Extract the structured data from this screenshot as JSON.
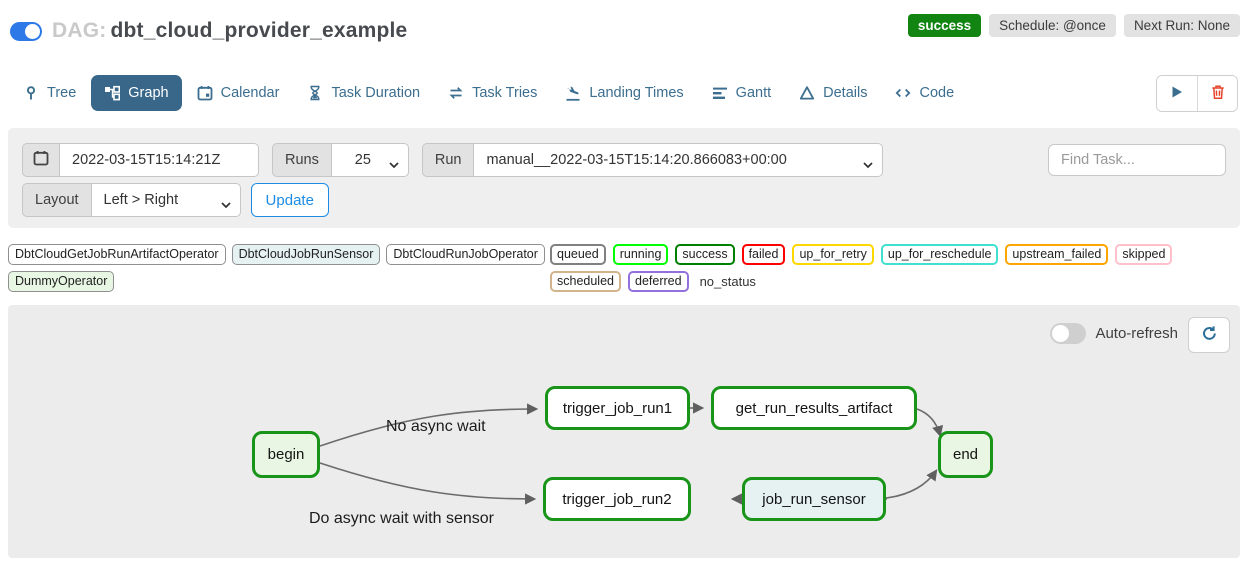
{
  "colors": {
    "accent_toggle_blue": "#2d79e8",
    "tab_navy": "#3c6e8f",
    "active_tab_bg": "#38678a",
    "success_green": "#128412",
    "danger_red": "#e8432c",
    "link_blue": "#1d8be4",
    "node_success_border": "#189418"
  },
  "header": {
    "toggle_on": true,
    "dag_prefix": "DAG:",
    "dag_name": "dbt_cloud_provider_example",
    "status_badge": "success",
    "schedule_badge": "Schedule: @once",
    "next_run_badge": "Next Run: None"
  },
  "tabs": [
    {
      "label": "Tree",
      "active": false
    },
    {
      "label": "Graph",
      "active": true
    },
    {
      "label": "Calendar",
      "active": false
    },
    {
      "label": "Task Duration",
      "active": false
    },
    {
      "label": "Task Tries",
      "active": false
    },
    {
      "label": "Landing Times",
      "active": false
    },
    {
      "label": "Gantt",
      "active": false
    },
    {
      "label": "Details",
      "active": false
    },
    {
      "label": "Code",
      "active": false
    }
  ],
  "filters": {
    "base_date_value": "2022-03-15T15:14:21Z",
    "runs_label": "Runs",
    "runs_value": "25",
    "run_label": "Run",
    "run_value": "manual__2022-03-15T15:14:20.866083+00:00",
    "find_task_placeholder": "Find Task...",
    "layout_label": "Layout",
    "layout_value": "Left > Right",
    "update_label": "Update"
  },
  "legend": {
    "operators": [
      {
        "label": "DbtCloudGetJobRunArtifactOperator",
        "fill": "#ffffff"
      },
      {
        "label": "DbtCloudJobRunSensor",
        "fill": "#e6f1f2"
      },
      {
        "label": "DbtCloudRunJobOperator",
        "fill": "#ffffff"
      },
      {
        "label": "DummyOperator",
        "fill": "#e8f7e4"
      }
    ],
    "states": [
      {
        "label": "queued",
        "border": "#808080"
      },
      {
        "label": "running",
        "border": "#00ff00"
      },
      {
        "label": "success",
        "border": "#008000"
      },
      {
        "label": "failed",
        "border": "#ff0000"
      },
      {
        "label": "up_for_retry",
        "border": "#ffd700"
      },
      {
        "label": "up_for_reschedule",
        "border": "#40e0d0"
      },
      {
        "label": "upstream_failed",
        "border": "#ffa500"
      },
      {
        "label": "skipped",
        "border": "#ffc0cb"
      },
      {
        "label": "scheduled",
        "border": "#d2b48c"
      },
      {
        "label": "deferred",
        "border": "#9370db"
      },
      {
        "label": "no_status",
        "border": "none"
      }
    ]
  },
  "graph": {
    "auto_refresh_label": "Auto-refresh",
    "auto_refresh_on": false,
    "edge_labels": [
      "No async wait",
      "Do async wait with sensor"
    ],
    "nodes": [
      {
        "label": "begin",
        "fill": "#e9f6e3",
        "border": "#189418"
      },
      {
        "label": "trigger_job_run1",
        "fill": "#ffffff",
        "border": "#189418"
      },
      {
        "label": "get_run_results_artifact",
        "fill": "#ffffff",
        "border": "#189418"
      },
      {
        "label": "trigger_job_run2",
        "fill": "#ffffff",
        "border": "#189418"
      },
      {
        "label": "job_run_sensor",
        "fill": "#e6f1f2",
        "border": "#189418"
      },
      {
        "label": "end",
        "fill": "#e9f6e3",
        "border": "#189418"
      }
    ]
  }
}
